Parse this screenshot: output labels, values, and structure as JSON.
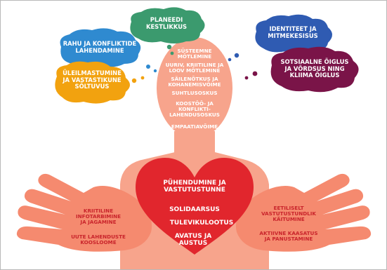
{
  "clouds": {
    "planet": "PLANEEDI\nKESTLIKKUS",
    "peace": "RAHU JA KONFLIKTIDE\nLAHENDAMINE",
    "global": "ÜLEILMASTUMINE\nJA VASTASTIKUNE\nSÕLTUVUS",
    "identity": "IDENTITEET JA\nMITMEKESISUS",
    "justice": "SOTSIAALNE ÕIGLUS\nJA VÕRDSUS NING\nKLIIMA ÕIGLUS"
  },
  "head": {
    "skill1": "SÜSTEEMNE\nMÕTLEMINE",
    "skill2": "UURIV, KRIITILINE JA\nLOOV MÕTLEMINE",
    "skill3": "SÄILENÕTKUS JA\nKOHANEMISVÕIME",
    "skill4": "SUHTLUSOSKUS",
    "skill5": "KOOSTÖÖ- JA\nKONFLIKTI-\nLAHENDUSOSKUS",
    "skill6": "EMPAATIAVÕIME"
  },
  "heart": {
    "v1": "PÜHENDUMINE JA\nVASTUTUSTUNNE",
    "v2": "SOLIDAARSUS",
    "v3": "TULEVIKULOOTUS",
    "v4": "AVATUS JA\nAUSTUS"
  },
  "left_hand": {
    "a1": "KRIITILINE\nINFOTARBIMINE\nJA JAGAMINE",
    "a2": "UUTE LAHENDUSTE\nKOOSLOOME"
  },
  "right_hand": {
    "a1": "EETILISELT\nVASTUTUSTUNDLIK\nKÄITUMINE",
    "a2": "AKTIIVNE KAASATUS\nJA PANUSTAMINE"
  },
  "colors": {
    "skin": "#f7a48c",
    "hand": "#f58a6f",
    "heart": "#e1262d",
    "cloud_green": "#3b9a6e",
    "cloud_blue": "#2f8ad0",
    "cloud_orange": "#f2a20f",
    "cloud_navy": "#2f5bb2",
    "cloud_maroon": "#7a1448"
  }
}
